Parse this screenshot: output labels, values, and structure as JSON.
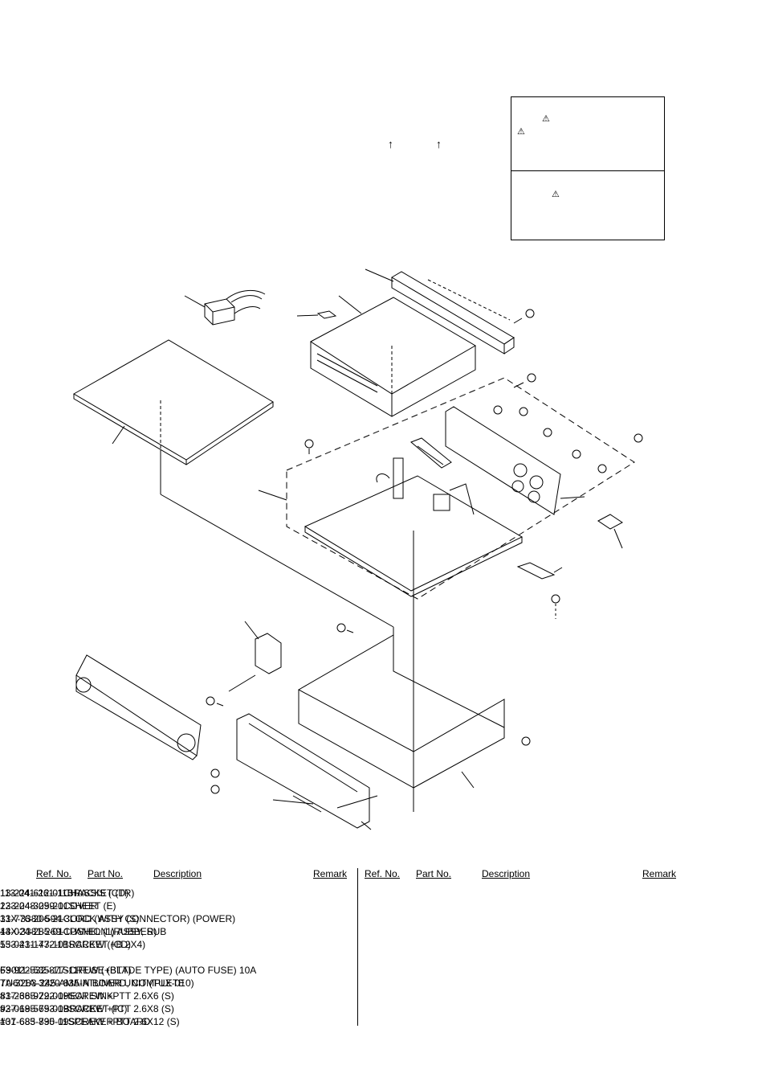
{
  "notes": {
    "warning_symbol": "⚠",
    "arrow_symbol": "↑"
  },
  "table": {
    "headers": {
      "ref": "Ref. No.",
      "part": "Part No.",
      "desc": "Description",
      "remark": "Remark"
    },
    "left": [
      {
        "ref": "1",
        "part": "3-224-612-01",
        "desc": "CHASSIS (CD)"
      },
      {
        "ref": "2",
        "part": "3-224-309-21",
        "desc": "COVER"
      },
      {
        "ref": "3",
        "part": "1-776-206-21",
        "desc": "CORD (WITH CONNECTOR) (POWER)"
      },
      {
        "ref": "4",
        "part": "3-024-285-01",
        "desc": "CUSHION (RUBBER)"
      },
      {
        "ref": "5",
        "part": "3-041-173-11",
        "desc": "BRACKET (CD)"
      },
      {
        "ref": "6",
        "part": "3-922-535-11",
        "desc": "SCREW (+BTT)"
      },
      {
        "ref": "7",
        "part": "A-3283-245-A",
        "desc": "MAIN BOARD, COMPLETE"
      },
      {
        "ref": "8",
        "part": "3-236-922-01",
        "desc": "HEAT SINK"
      },
      {
        "ref": "9",
        "part": "3-019-565-01",
        "desc": "BRACKET (IC)"
      },
      {
        "ref": "10",
        "part": "1-683-830-11",
        "desc": "SPEAKER BOARD"
      }
    ],
    "right": [
      {
        "ref": "11",
        "part": "3-041-261-11",
        "desc": "BRACKET (TR)"
      },
      {
        "ref": "12",
        "part": "3-048-259-01",
        "desc": "SHEET (E)"
      },
      {
        "ref": "13",
        "part": "X-3380-594-3",
        "desc": "LOCK ASSY (S)"
      },
      {
        "ref": "14",
        "part": "X-3381-269-1",
        "desc": "PANEL (1) ASSY, SUB"
      },
      {
        "ref": "15",
        "part": "3-231-472-01",
        "desc": "SCREW (+B 2X4)"
      },
      {
        "ref": "F901",
        "part": "1-532-877-11",
        "desc": "FUSE (BLADE TYPE) (AUTO FUSE) 10A"
      },
      {
        "ref": "TU601",
        "part": "A-3220-835-A",
        "desc": "TUNER UNIT (TUX-010)"
      },
      {
        "ref": "#1",
        "part": "7-685-792-09",
        "desc": "SCREW +PTT 2.6X6 (S)"
      },
      {
        "ref": "#2",
        "part": "7-685-793-09",
        "desc": "SCREW +PTT 2.6X8 (S)"
      },
      {
        "ref": "#3",
        "part": "7-685-795-09",
        "desc": "SCREW +PTT 2.6X12 (S)"
      }
    ]
  }
}
